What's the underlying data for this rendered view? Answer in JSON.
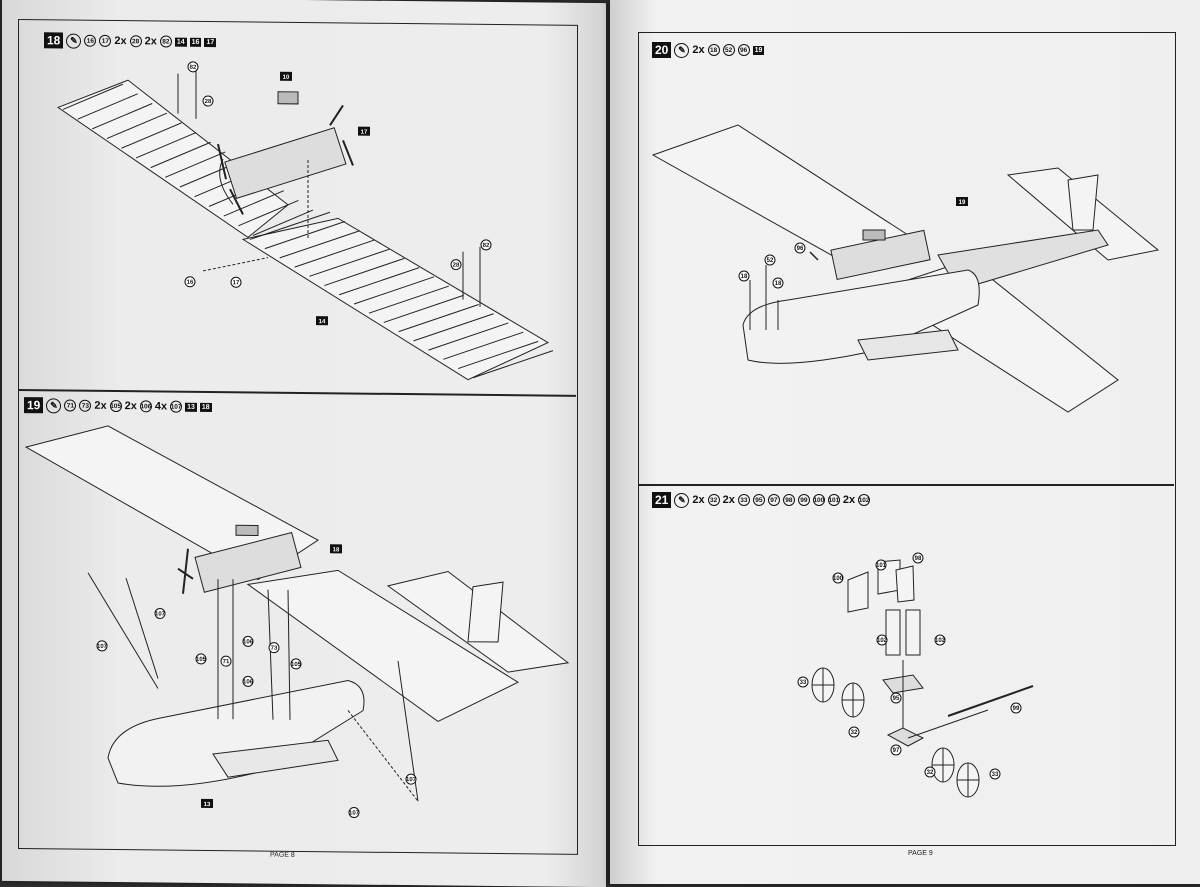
{
  "left_page": {
    "page_label": "PAGE 8",
    "step18": {
      "number": "18",
      "parts": [
        {
          "type": "circle",
          "text": "16"
        },
        {
          "type": "circle",
          "text": "17"
        },
        {
          "type": "mult",
          "text": "2x"
        },
        {
          "type": "circle",
          "text": "28"
        },
        {
          "type": "mult",
          "text": "2x"
        },
        {
          "type": "circle",
          "text": "82"
        },
        {
          "type": "square",
          "text": "14"
        },
        {
          "type": "square",
          "text": "16"
        },
        {
          "type": "square",
          "text": "17"
        }
      ],
      "callouts": [
        "82",
        "28",
        "10",
        "17",
        "82",
        "28",
        "16",
        "17",
        "14"
      ]
    },
    "step19": {
      "number": "19",
      "parts": [
        {
          "type": "circle",
          "text": "71"
        },
        {
          "type": "circle",
          "text": "73"
        },
        {
          "type": "mult",
          "text": "2x"
        },
        {
          "type": "circle",
          "text": "105"
        },
        {
          "type": "mult",
          "text": "2x"
        },
        {
          "type": "circle",
          "text": "106"
        },
        {
          "type": "mult",
          "text": "4x"
        },
        {
          "type": "circle",
          "text": "107"
        },
        {
          "type": "square",
          "text": "13"
        },
        {
          "type": "square",
          "text": "18"
        }
      ],
      "callouts": [
        "18",
        "107",
        "107",
        "105",
        "106",
        "71",
        "73",
        "105",
        "106",
        "107",
        "107",
        "13"
      ]
    }
  },
  "right_page": {
    "page_label": "PAGE 9",
    "step20": {
      "number": "20",
      "parts": [
        {
          "type": "mult",
          "text": "2x"
        },
        {
          "type": "circle",
          "text": "18"
        },
        {
          "type": "circle",
          "text": "52"
        },
        {
          "type": "circle",
          "text": "96"
        },
        {
          "type": "square",
          "text": "19"
        }
      ],
      "callouts": [
        "19",
        "96",
        "52",
        "18",
        "18"
      ]
    },
    "step21": {
      "number": "21",
      "parts": [
        {
          "type": "mult",
          "text": "2x"
        },
        {
          "type": "circle",
          "text": "32"
        },
        {
          "type": "mult",
          "text": "2x"
        },
        {
          "type": "circle",
          "text": "33"
        },
        {
          "type": "circle",
          "text": "95"
        },
        {
          "type": "circle",
          "text": "97"
        },
        {
          "type": "circle",
          "text": "98"
        },
        {
          "type": "circle",
          "text": "99"
        },
        {
          "type": "circle",
          "text": "100"
        },
        {
          "type": "circle",
          "text": "101"
        },
        {
          "type": "mult",
          "text": "2x"
        },
        {
          "type": "circle",
          "text": "102"
        }
      ],
      "callouts": [
        "98",
        "101",
        "100",
        "102",
        "102",
        "95",
        "33",
        "32",
        "97",
        "99",
        "32",
        "33"
      ]
    }
  },
  "colors": {
    "paper": "#ececec",
    "ink": "#111111",
    "background": "#2e2e2e"
  },
  "icons": {
    "glue": "glue-brush-icon"
  }
}
